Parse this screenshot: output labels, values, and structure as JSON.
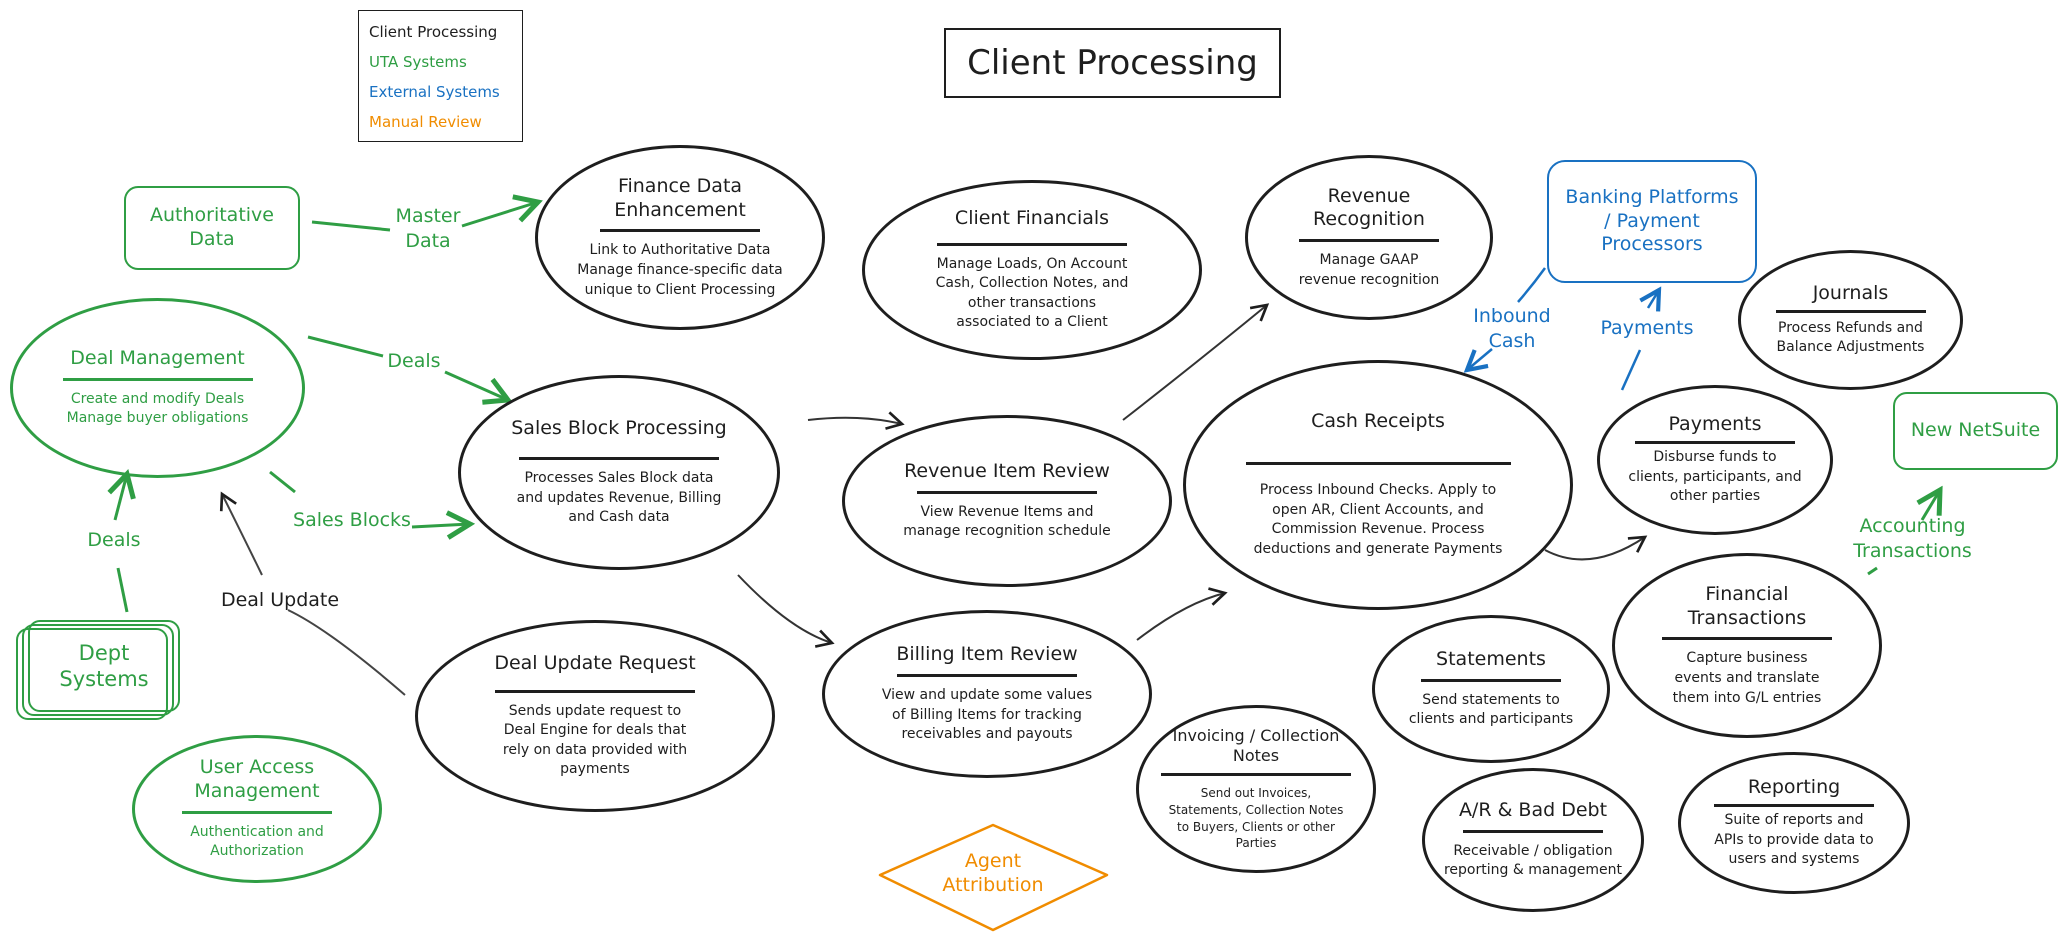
{
  "title": "Client Processing",
  "legend": {
    "items": [
      {
        "label": "Client Processing",
        "color": "#1e1e1e"
      },
      {
        "label": "UTA Systems",
        "color": "#2f9e44"
      },
      {
        "label": "External Systems",
        "color": "#1971c2"
      },
      {
        "label": "Manual Review",
        "color": "#f08c00"
      }
    ]
  },
  "colors": {
    "client": "#1e1e1e",
    "uta": "#2f9e44",
    "external": "#1971c2",
    "manual": "#f08c00"
  },
  "nodes": {
    "authoritative_data": {
      "title": "Authoritative\nData"
    },
    "deal_management": {
      "title": "Deal Management",
      "desc": "Create and modify Deals\nManage buyer obligations"
    },
    "dept_systems": {
      "title": "Dept\nSystems"
    },
    "user_access": {
      "title": "User Access\nManagement",
      "desc": "Authentication and\nAuthorization"
    },
    "finance_data": {
      "title": "Finance Data\nEnhancement",
      "desc": "Link to Authoritative Data\nManage finance-specific data\nunique to Client Processing"
    },
    "sales_block": {
      "title": "Sales Block Processing",
      "desc": "Processes Sales Block data\nand updates Revenue, Billing\nand Cash data"
    },
    "deal_update_request": {
      "title": "Deal Update Request",
      "desc": "Sends update request to\nDeal Engine for deals that\nrely on data provided with\npayments"
    },
    "client_financials": {
      "title": "Client Financials",
      "desc": "Manage Loads, On Account\nCash, Collection Notes, and\nother transactions\nassociated to a Client"
    },
    "revenue_item_review": {
      "title": "Revenue Item Review",
      "desc": "View Revenue Items and\nmanage recognition schedule"
    },
    "billing_item_review": {
      "title": "Billing Item Review",
      "desc": "View and update some values\nof Billing Items for tracking\nreceivables and payouts"
    },
    "revenue_recognition": {
      "title": "Revenue\nRecognition",
      "desc": "Manage GAAP\nrevenue recognition"
    },
    "cash_receipts": {
      "title": "Cash Receipts",
      "desc": "Process Inbound Checks.  Apply to\nopen AR, Client Accounts, and\nCommission Revenue.  Process\ndeductions and generate Payments"
    },
    "invoicing": {
      "title": "Invoicing / Collection\nNotes",
      "desc": "Send out Invoices,\nStatements, Collection Notes\nto Buyers, Clients or other\nParties"
    },
    "statements": {
      "title": "Statements",
      "desc": "Send statements to\nclients and participants"
    },
    "ar_bad_debt": {
      "title": "A/R & Bad Debt",
      "desc": "Receivable / obligation\nreporting & management"
    },
    "banking": {
      "title": "Banking  Platforms\n/ Payment\nProcessors"
    },
    "journals": {
      "title": "Journals",
      "desc": "Process Refunds and\nBalance Adjustments"
    },
    "payments": {
      "title": "Payments",
      "desc": "Disburse funds to\nclients, participants, and\nother parties"
    },
    "financial_transactions": {
      "title": "Financial\nTransactions",
      "desc": "Capture business\nevents and translate\nthem into G/L entries"
    },
    "reporting": {
      "title": "Reporting",
      "desc": "Suite of reports and\nAPIs to provide data to\nusers and systems"
    },
    "new_netsuite": {
      "title": "New NetSuite"
    },
    "agent_attribution": {
      "title": "Agent\nAttribution"
    }
  },
  "edge_labels": {
    "master_data": "Master\nData",
    "deals_1": "Deals",
    "sales_blocks": "Sales Blocks",
    "deals_2": "Deals",
    "deal_update": "Deal Update",
    "inbound_cash": "Inbound\nCash",
    "payments": "Payments",
    "accounting_transactions": "Accounting\nTransactions"
  }
}
